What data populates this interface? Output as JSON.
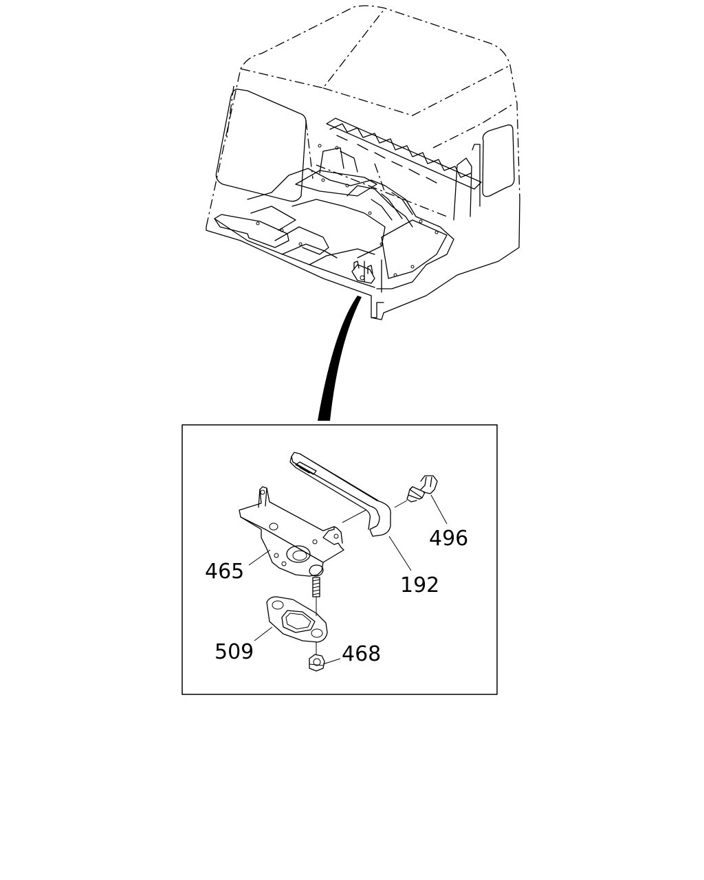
{
  "callouts": [
    {
      "id": "c496",
      "label": "496",
      "part": "pin"
    },
    {
      "id": "c192",
      "label": "192",
      "part": "cover"
    },
    {
      "id": "c465",
      "label": "465",
      "part": "bracket"
    },
    {
      "id": "c509",
      "label": "509",
      "part": "plate"
    },
    {
      "id": "c468",
      "label": "468",
      "part": "nut"
    }
  ]
}
